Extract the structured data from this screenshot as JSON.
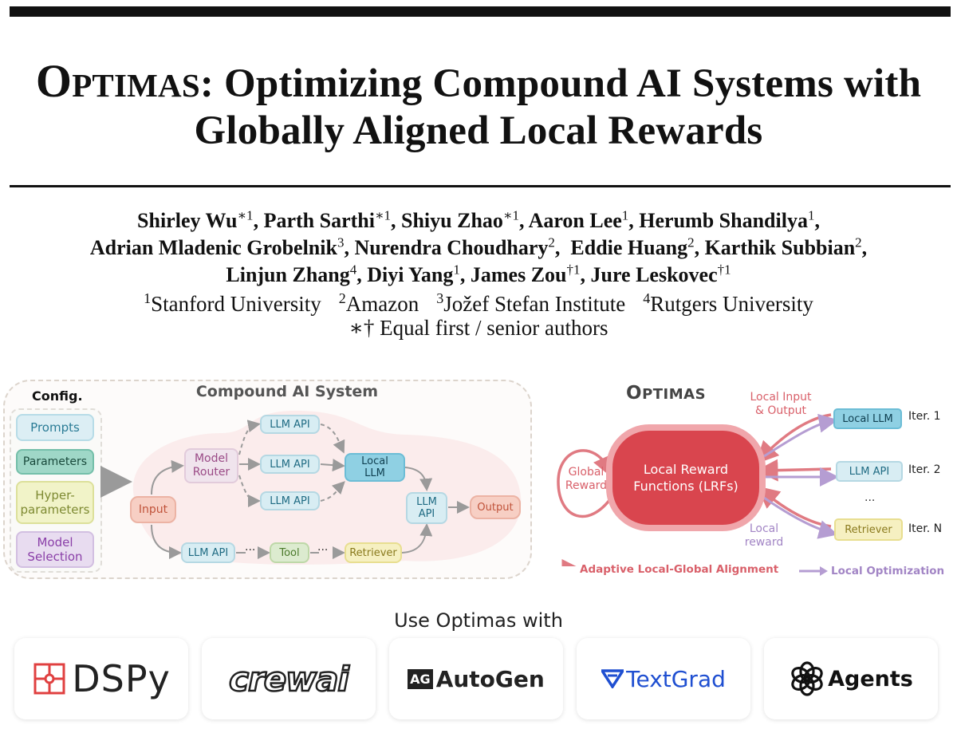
{
  "title": {
    "brand_first": "O",
    "brand_rest": "PTIMAS",
    "line1_rest": ": Optimizing Compound AI Systems with",
    "line2": "Globally Aligned Local Rewards"
  },
  "authors": [
    {
      "name": "Shirley Wu",
      "mark": "∗1",
      "sep": ", "
    },
    {
      "name": "Parth Sarthi",
      "mark": "∗1",
      "sep": ", "
    },
    {
      "name": "Shiyu Zhao",
      "mark": "∗1",
      "sep": ", "
    },
    {
      "name": "Aaron Lee",
      "mark": "1",
      "sep": ", "
    },
    {
      "name": "Herumb Shandilya",
      "mark": "1",
      "sep": ","
    },
    {
      "name": "Adrian Mladenic Grobelnik",
      "mark": "3",
      "sep": ", "
    },
    {
      "name": "Nurendra Choudhary",
      "mark": "2",
      "sep": ",  "
    },
    {
      "name": "Eddie Huang",
      "mark": "2",
      "sep": ", "
    },
    {
      "name": "Karthik Subbian",
      "mark": "2",
      "sep": ","
    },
    {
      "name": "Linjun Zhang",
      "mark": "4",
      "sep": ", "
    },
    {
      "name": "Diyi Yang",
      "mark": "1",
      "sep": ", "
    },
    {
      "name": "James Zou",
      "mark": "†1",
      "sep": ", "
    },
    {
      "name": "Jure Leskovec",
      "mark": "†1",
      "sep": ""
    }
  ],
  "affiliations": [
    {
      "mark": "1",
      "name": "Stanford University"
    },
    {
      "mark": "2",
      "name": "Amazon"
    },
    {
      "mark": "3",
      "name": "Jožef Stefan Institute"
    },
    {
      "mark": "4",
      "name": "Rutgers University"
    }
  ],
  "equal_note": "∗† Equal first / senior authors",
  "figure": {
    "config": {
      "title": "Config.",
      "items": [
        "Prompts",
        "Parameters",
        "Hyper-\nparameters",
        "Model\nSelection"
      ]
    },
    "system": {
      "title": "Compound AI System",
      "input": "Input",
      "router": "Model\nRouter",
      "llm_api": "LLM API",
      "local_llm": "Local\nLLM",
      "llm_api_stacked": "LLM\nAPI",
      "output": "Output",
      "tool": "Tool",
      "retriever": "Retriever",
      "dots": "···"
    },
    "optimas": {
      "title_first": "O",
      "title_rest": "PTIMAS",
      "lrf": "Local Reward\nFunctions (LRFs)",
      "global_reward": "Global\nReward",
      "local_io": "Local Input\n& Output",
      "local_reward": "Local\nreward",
      "modules": [
        "Local LLM",
        "LLM API",
        "Retriever"
      ],
      "iters": [
        "Iter. 1",
        "Iter. 2",
        "Iter. N"
      ],
      "ellipsis": "...",
      "legend_alignment": "Adaptive Local-Global Alignment",
      "legend_optimization": "Local Optimization"
    },
    "colors": {
      "red": "#d9606a",
      "purple": "#a285c5",
      "lrf_fill": "#d9454e"
    }
  },
  "use_with": {
    "title": "Use Optimas with",
    "logos": [
      {
        "name": "DSPy",
        "icon": "puzzle-icon"
      },
      {
        "name": "crewai",
        "icon": "crewai-wordmark"
      },
      {
        "name": "AutoGen",
        "icon": "ag-badge-icon"
      },
      {
        "name": "TextGrad",
        "icon": "textgrad-chevron-icon"
      },
      {
        "name": "Agents",
        "icon": "openai-knot-icon"
      }
    ]
  }
}
